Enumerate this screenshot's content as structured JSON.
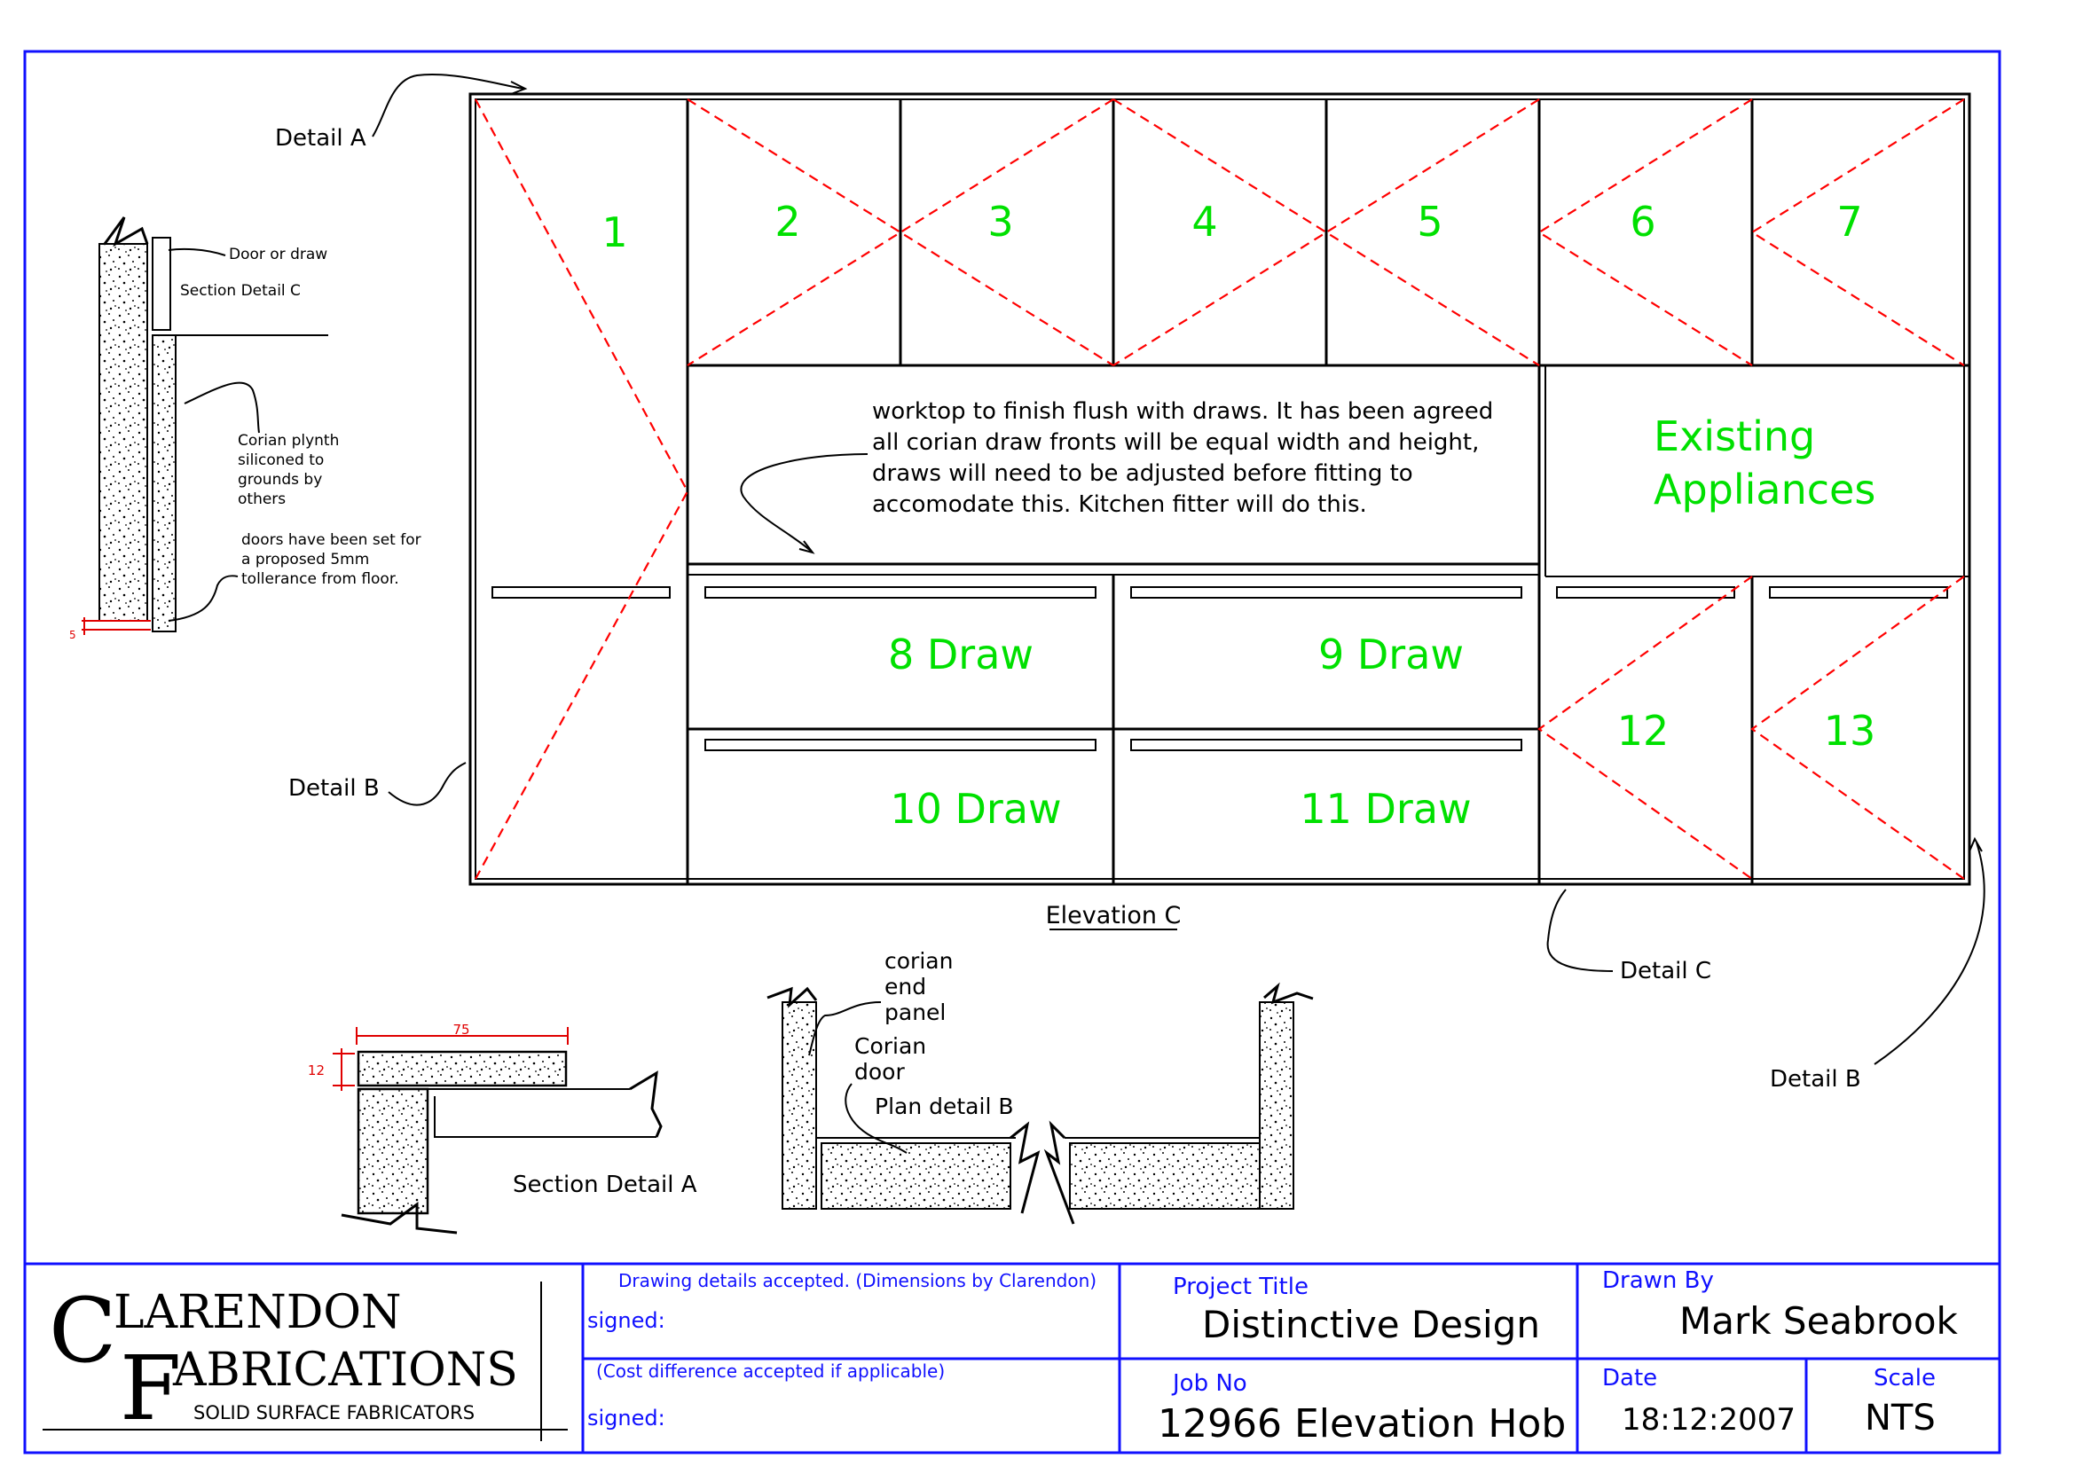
{
  "elevation": {
    "title": "Elevation C",
    "units": [
      {
        "id": "1",
        "label": "1"
      },
      {
        "id": "2",
        "label": "2"
      },
      {
        "id": "3",
        "label": "3"
      },
      {
        "id": "4",
        "label": "4"
      },
      {
        "id": "5",
        "label": "5"
      },
      {
        "id": "6",
        "label": "6"
      },
      {
        "id": "7",
        "label": "7"
      },
      {
        "id": "8",
        "label": "8 Draw"
      },
      {
        "id": "9",
        "label": "9 Draw"
      },
      {
        "id": "10",
        "label": "10 Draw"
      },
      {
        "id": "11",
        "label": "11 Draw"
      },
      {
        "id": "12",
        "label": "12"
      },
      {
        "id": "13",
        "label": "13"
      }
    ],
    "existing_line1": "Existing",
    "existing_line2": "Appliances",
    "note_lines": [
      "worktop to finish flush with draws. It has been agreed",
      "all corian draw fronts will be equal width and height,",
      "draws will need to be adjusted before fitting to",
      "accomodate this. Kitchen fitter will do this."
    ],
    "callouts": {
      "detail_a": "Detail A",
      "detail_b_left": "Detail B",
      "detail_c": "Detail C",
      "detail_b_right": "Detail B"
    }
  },
  "section_c": {
    "label_door": "Door or draw",
    "title": "Section Detail C",
    "plynth_lines": [
      "Corian plynth",
      "siliconed to",
      "grounds by",
      "others"
    ],
    "tolerance_lines": [
      "doors have been set for",
      "a proposed 5mm",
      "tollerance from floor."
    ],
    "dim": "5"
  },
  "section_a": {
    "title": "Section Detail A",
    "dim_width": "75",
    "dim_height": "12"
  },
  "plan_b": {
    "end_panel_lines": [
      "corian",
      "end",
      "panel"
    ],
    "door_lines": [
      "Corian",
      "door"
    ],
    "title": "Plan detail B"
  },
  "title_block": {
    "company_line1": "LARENDON",
    "company_line2": "ABRICATIONS",
    "company_initial1": "C",
    "company_initial2": "F",
    "company_sub": "SOLID SURFACE FABRICATORS",
    "accepted_text": "Drawing details accepted. (Dimensions by Clarendon)",
    "signed1": "signed:",
    "cost_text": "(Cost difference accepted if applicable)",
    "signed2": "signed:",
    "project_title_label": "Project Title",
    "project_title": "Distinctive Design",
    "drawn_by_label": "Drawn By",
    "drawn_by": "Mark Seabrook",
    "job_no_label": "Job No",
    "job_no": "12966  Elevation Hob",
    "date_label": "Date",
    "date": "18:12:2007",
    "scale_label": "Scale",
    "scale": "NTS"
  },
  "colors": {
    "border": "#1010ff",
    "unit_numbers": "#00e000",
    "dashes": "#ff0000",
    "title_block_text": "#1010ff"
  }
}
